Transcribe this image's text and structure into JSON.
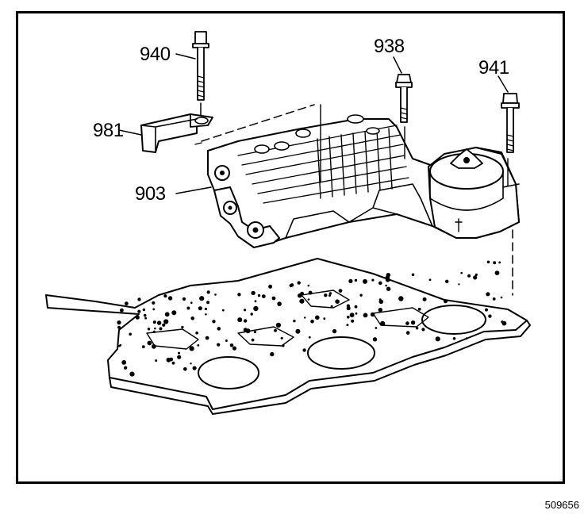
{
  "diagram": {
    "callouts": {
      "bolt_940": "940",
      "bolt_938": "938",
      "bolt_941": "941",
      "bracket_981": "981",
      "valve_body_903": "903"
    },
    "figure_id": "509656"
  }
}
